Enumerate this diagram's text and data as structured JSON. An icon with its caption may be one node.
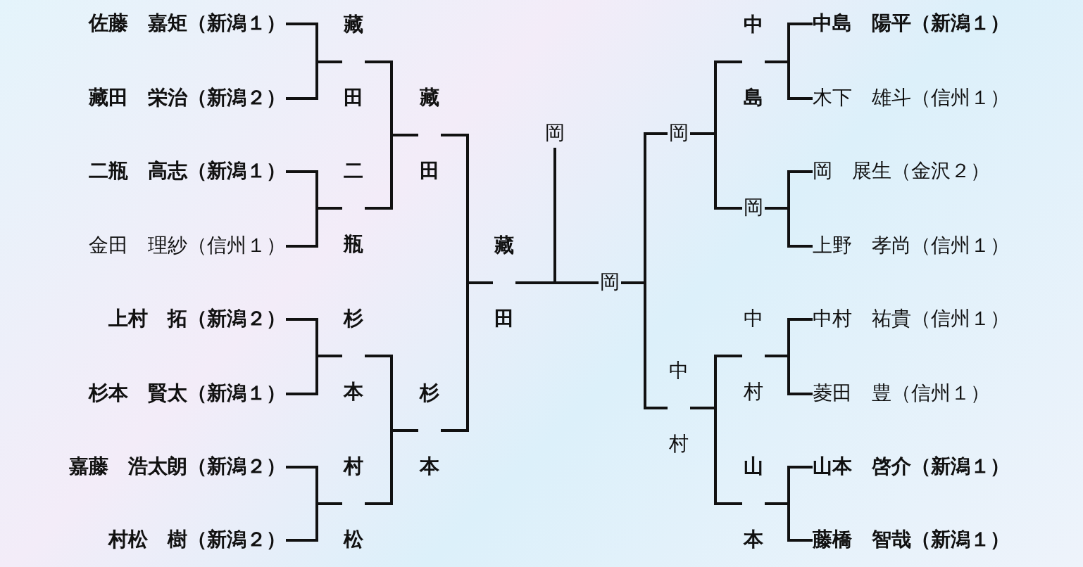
{
  "diagram": {
    "nodes": [
      {
        "text": [
          "佐藤　嘉矩（新潟１）"
        ]
      },
      {
        "text": [
          "藏田　栄治（新潟２）"
        ]
      },
      {
        "text": [
          "二瓶　高志（新潟１）"
        ]
      },
      {
        "text": [
          "金田　理紗（信州１）"
        ]
      },
      {
        "text": [
          "上村　拓（新潟２）"
        ]
      },
      {
        "text": [
          "杉本　賢太（新潟１）"
        ]
      },
      {
        "text": [
          "嘉藤　浩太朗（新潟２）"
        ]
      },
      {
        "text": [
          "村松　樹（新潟２）"
        ]
      },
      {
        "text": [
          "中島　陽平（新潟１）"
        ]
      },
      {
        "text": [
          "木下　雄斗（信州１）"
        ]
      },
      {
        "text": [
          "岡　展生（金沢２）"
        ]
      },
      {
        "text": [
          "上野　孝尚（信州１）"
        ]
      },
      {
        "text": [
          "中村　祐貴（信州１）"
        ]
      },
      {
        "text": [
          "菱田　豊（信州１）"
        ]
      },
      {
        "text": [
          "山本　啓介（新潟１）"
        ]
      },
      {
        "text": [
          "藤橋　智哉（新潟１）"
        ]
      },
      {
        "text": [
          "藏田"
        ]
      },
      {
        "text": [
          "二瓶"
        ]
      },
      {
        "text": [
          "杉本"
        ]
      },
      {
        "text": [
          "村松"
        ]
      },
      {
        "text": [
          "藏田"
        ]
      },
      {
        "text": [
          "杉本"
        ]
      },
      {
        "text": [
          "藏田"
        ]
      },
      {
        "text": [
          "岡"
        ]
      },
      {
        "text": [
          "岡"
        ]
      },
      {
        "text": [
          "岡"
        ]
      },
      {
        "text": [
          "中村"
        ]
      },
      {
        "text": [
          "中島"
        ]
      },
      {
        "text": [
          "岡"
        ]
      },
      {
        "text": [
          "中村"
        ]
      },
      {
        "text": [
          "山本"
        ]
      }
    ],
    "edges": [
      {
        "from": 0,
        "to": 16,
        "arrow": "none"
      },
      {
        "from": 1,
        "to": 16,
        "arrow": "none"
      },
      {
        "from": 2,
        "to": 17,
        "arrow": "none"
      },
      {
        "from": 3,
        "to": 17,
        "arrow": "none"
      },
      {
        "from": 4,
        "to": 18,
        "arrow": "none"
      },
      {
        "from": 5,
        "to": 18,
        "arrow": "none"
      },
      {
        "from": 6,
        "to": 19,
        "arrow": "none"
      },
      {
        "from": 7,
        "to": 19,
        "arrow": "none"
      },
      {
        "from": 16,
        "to": 20,
        "arrow": "none"
      },
      {
        "from": 17,
        "to": 20,
        "arrow": "none"
      },
      {
        "from": 18,
        "to": 21,
        "arrow": "none"
      },
      {
        "from": 19,
        "to": 21,
        "arrow": "none"
      },
      {
        "from": 20,
        "to": 22,
        "arrow": "none"
      },
      {
        "from": 21,
        "to": 22,
        "arrow": "none"
      },
      {
        "from": 22,
        "to": 23,
        "arrow": "none"
      },
      {
        "from": 24,
        "to": 23,
        "arrow": "none"
      },
      {
        "from": 25,
        "to": 24,
        "arrow": "none"
      },
      {
        "from": 26,
        "to": 24,
        "arrow": "none"
      },
      {
        "from": 27,
        "to": 25,
        "arrow": "none"
      },
      {
        "from": 28,
        "to": 25,
        "arrow": "none"
      },
      {
        "from": 29,
        "to": 26,
        "arrow": "none"
      },
      {
        "from": 30,
        "to": 26,
        "arrow": "none"
      },
      {
        "from": 8,
        "to": 27,
        "arrow": "none"
      },
      {
        "from": 9,
        "to": 27,
        "arrow": "none"
      },
      {
        "from": 10,
        "to": 28,
        "arrow": "none"
      },
      {
        "from": 11,
        "to": 28,
        "arrow": "none"
      },
      {
        "from": 12,
        "to": 29,
        "arrow": "none"
      },
      {
        "from": 13,
        "to": 29,
        "arrow": "none"
      },
      {
        "from": 14,
        "to": 30,
        "arrow": "none"
      },
      {
        "from": 15,
        "to": 30,
        "arrow": "none"
      }
    ]
  }
}
